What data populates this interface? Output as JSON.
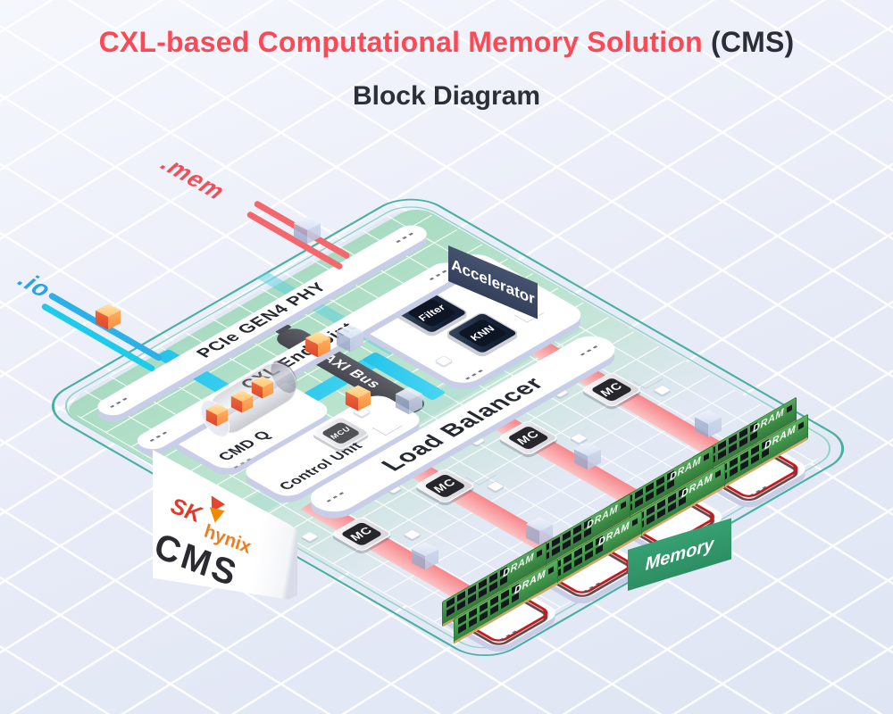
{
  "title": {
    "main": "CXL-based Computational Memory Solution",
    "suffix": "(CMS)",
    "subtitle": "Block Diagram"
  },
  "io_paths": {
    "mem": ".mem",
    "io": ".io"
  },
  "host_interface": {
    "pcie": "PCIe GEN4 PHY",
    "cxl": "CXL Endpoint"
  },
  "bus": {
    "axi": "AXI Bus"
  },
  "accelerator": {
    "label": "Accelerator",
    "engines": [
      "Filter",
      "KNN"
    ]
  },
  "balancer": {
    "label": "Load Balancer"
  },
  "queue": {
    "label": "CMD Q"
  },
  "control": {
    "label": "Control Unit",
    "mcu": "MCU"
  },
  "memory": {
    "label": "Memory",
    "mc": "MC",
    "dram": "DRAM",
    "channels": 4,
    "modules_per_channel": 2
  },
  "branding": {
    "sk": "SK",
    "hynix": "hynix",
    "product": "CMS"
  },
  "colors": {
    "title_red": "#fb4a55",
    "title_dark": "#2b2e38",
    "ring_teal": "#47b0a2",
    "platform_green": "#b2dfc8",
    "ribbon_pink": "#f8868b",
    "cyan_io": "#23c3ea",
    "mem_red": "#f3676d",
    "axi_gray": "#4a4b53",
    "sign_navy": "#3d4a66",
    "memory_green": "#319a6b",
    "dram_green": "#3e9247",
    "dram_border_red": "#c2181e",
    "cube_orange": "#f0763c",
    "sk_red": "#e0392e",
    "hynix_orange": "#ee7d22"
  }
}
